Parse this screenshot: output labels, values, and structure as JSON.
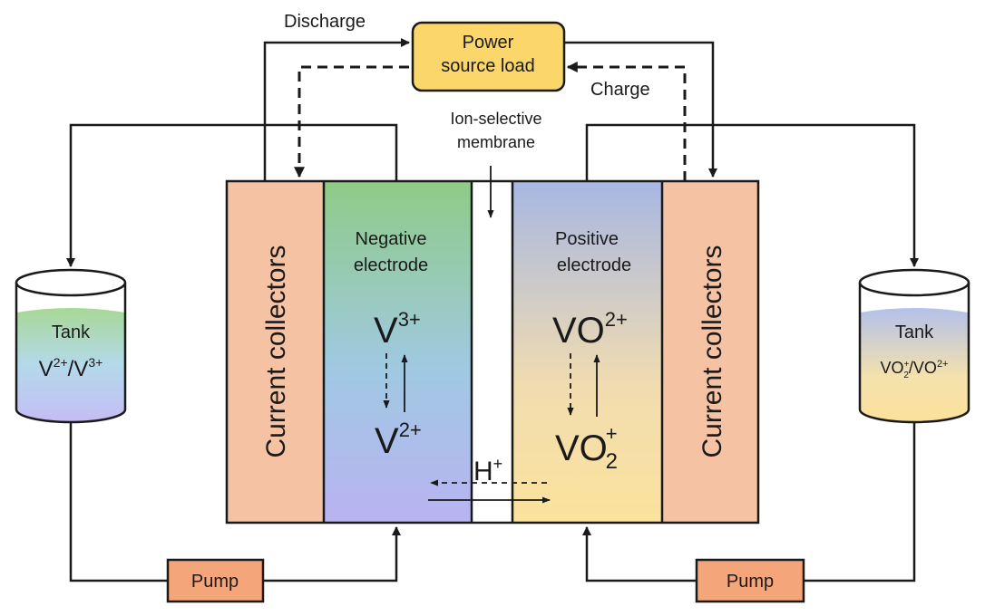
{
  "labels": {
    "discharge": "Discharge",
    "charge": "Charge",
    "power_line1": "Power",
    "power_line2": "source load",
    "membrane_line1": "Ion-selective",
    "membrane_line2": "membrane",
    "current_collectors_left": "Current collectors",
    "current_collectors_right": "Current collectors",
    "negative_line1": "Negative",
    "negative_line2": "electrode",
    "positive_line1": "Positive",
    "positive_line2": "electrode",
    "pump_left": "Pump",
    "pump_right": "Pump",
    "tank_left": "Tank",
    "tank_right": "Tank",
    "proton": "H",
    "proton_sup": "+"
  },
  "species": {
    "v": "V",
    "v3_sup": "3+",
    "v2_sup": "2+",
    "vo": "VO",
    "vo2plus_sup": "2+",
    "vo2_sub": "2",
    "vo2_sup": "+",
    "tank_left_a": "V",
    "tank_left_a_sup": "2+",
    "tank_left_sep": "/V",
    "tank_left_b_sup": "3+",
    "tank_right_a": "VO",
    "tank_right_a_sub": "2",
    "tank_right_a_sup": "+",
    "tank_right_sep": "/VO",
    "tank_right_b_sup": "2+"
  },
  "colors": {
    "current_collector": "#f5c3a4",
    "power_box": "#fbd66b",
    "pump_box": "#f4a57a",
    "negative_top": "#8fcb86",
    "negative_mid": "#9fc9e0",
    "negative_bottom": "#b9b3f2",
    "positive_top": "#a7b7e3",
    "positive_bottom": "#fbe39c"
  }
}
